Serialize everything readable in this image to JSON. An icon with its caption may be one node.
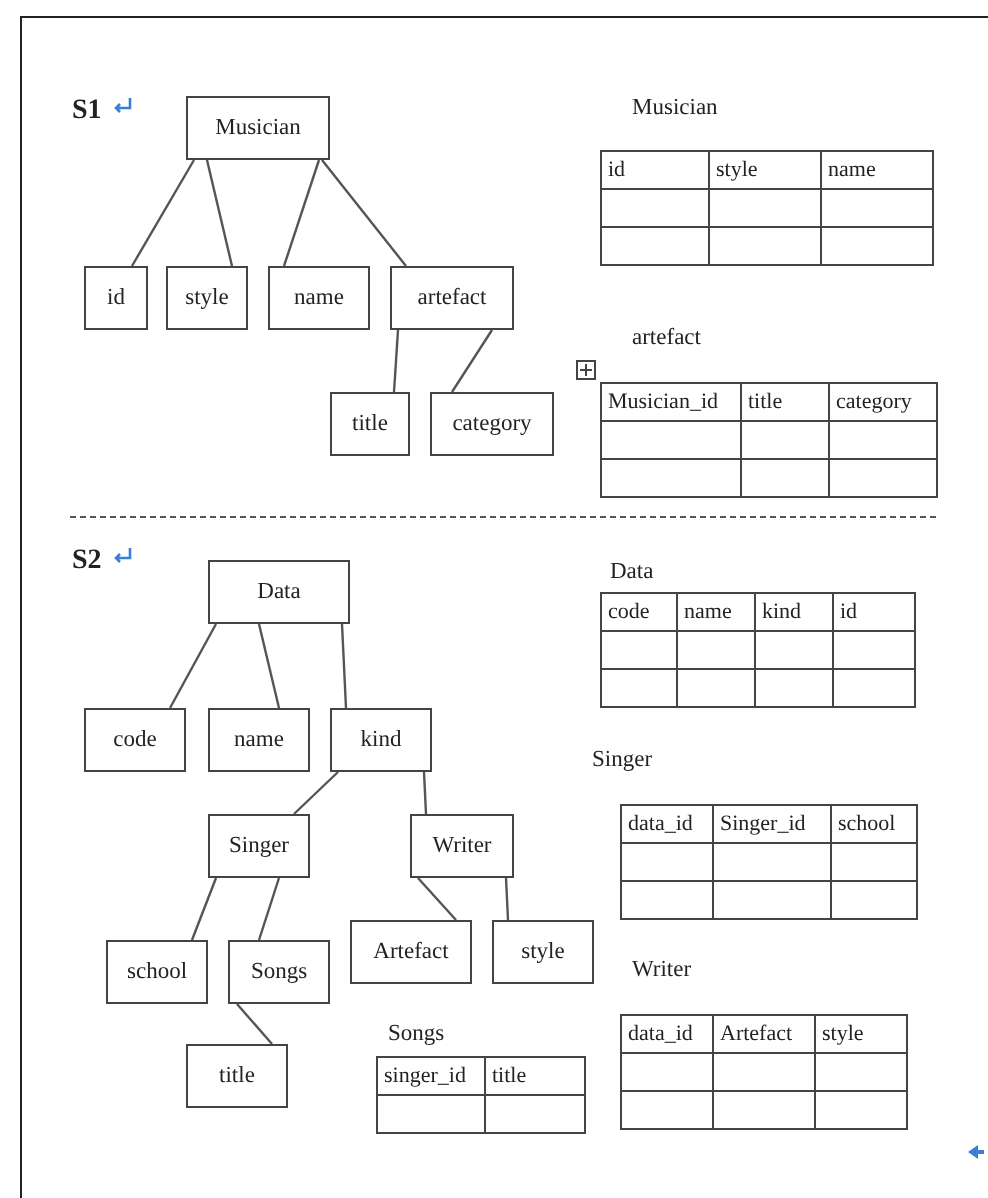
{
  "diagram": {
    "nodes": [
      {
        "text": [
          "Musician"
        ]
      },
      {
        "text": [
          "id"
        ]
      },
      {
        "text": [
          "style"
        ]
      },
      {
        "text": [
          "name"
        ]
      },
      {
        "text": [
          "artefact"
        ]
      },
      {
        "text": [
          "title"
        ]
      },
      {
        "text": [
          "category"
        ]
      },
      {
        "text": [
          "Data"
        ]
      },
      {
        "text": [
          "code"
        ]
      },
      {
        "text": [
          "name"
        ]
      },
      {
        "text": [
          "kind"
        ]
      },
      {
        "text": [
          "Singer"
        ]
      },
      {
        "text": [
          "Writer"
        ]
      },
      {
        "text": [
          "school"
        ]
      },
      {
        "text": [
          "Songs"
        ]
      },
      {
        "text": [
          "Artefact"
        ]
      },
      {
        "text": [
          "style"
        ]
      },
      {
        "text": [
          "title"
        ]
      }
    ],
    "edges": [
      {
        "from": 0,
        "to": 1,
        "arrow": "none"
      },
      {
        "from": 0,
        "to": 2,
        "arrow": "none"
      },
      {
        "from": 0,
        "to": 3,
        "arrow": "none"
      },
      {
        "from": 0,
        "to": 4,
        "arrow": "none"
      },
      {
        "from": 4,
        "to": 5,
        "arrow": "none"
      },
      {
        "from": 4,
        "to": 6,
        "arrow": "none"
      },
      {
        "from": 7,
        "to": 8,
        "arrow": "none"
      },
      {
        "from": 7,
        "to": 9,
        "arrow": "none"
      },
      {
        "from": 7,
        "to": 10,
        "arrow": "none"
      },
      {
        "from": 10,
        "to": 11,
        "arrow": "none"
      },
      {
        "from": 10,
        "to": 12,
        "arrow": "none"
      },
      {
        "from": 11,
        "to": 13,
        "arrow": "none"
      },
      {
        "from": 11,
        "to": 14,
        "arrow": "none"
      },
      {
        "from": 12,
        "to": 15,
        "arrow": "none"
      },
      {
        "from": 12,
        "to": 16,
        "arrow": "none"
      },
      {
        "from": 14,
        "to": 17,
        "arrow": "none"
      }
    ],
    "labels": [
      "S1",
      "Musician",
      "id",
      "style",
      "name",
      "artefact",
      "Musician_id",
      "title",
      "category",
      "S2",
      "Data",
      "code",
      "name",
      "kind",
      "id",
      "Singer",
      "data_id",
      "Singer_id",
      "school",
      "Writer",
      "Songs",
      "data_id",
      "Artefact",
      "style",
      "singer_id",
      "title"
    ]
  }
}
